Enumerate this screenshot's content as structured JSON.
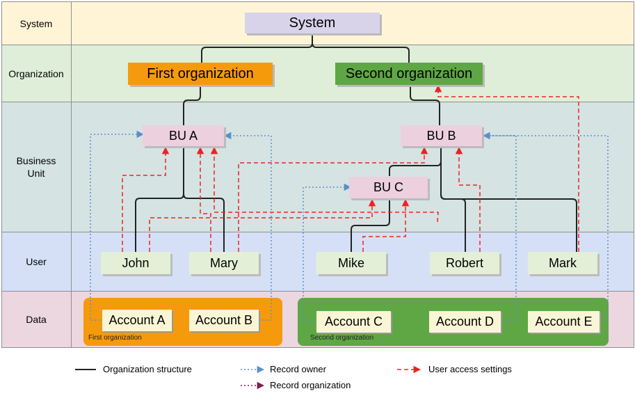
{
  "lanes": {
    "system": "System",
    "organization": "Organization",
    "business_unit": "Business\nUnit",
    "user": "User",
    "data": "Data"
  },
  "nodes": {
    "system": "System",
    "first_org": "First organization",
    "second_org": "Second organization",
    "bu_a": "BU A",
    "bu_b": "BU B",
    "bu_c": "BU C",
    "john": "John",
    "mary": "Mary",
    "mike": "Mike",
    "robert": "Robert",
    "mark": "Mark",
    "account_a": "Account A",
    "account_b": "Account B",
    "account_c": "Account C",
    "account_d": "Account D",
    "account_e": "Account E"
  },
  "groups": {
    "first": "First organization",
    "second": "Second organization"
  },
  "legend": {
    "org_structure": "Organization structure",
    "record_owner": "Record owner",
    "user_access": "User access settings",
    "record_org": "Record organization"
  },
  "colors": {
    "system_band": "#fff5d6",
    "org_band": "#dfeed9",
    "bu_band": "#d5e3e3",
    "user_band": "#d5e0f6",
    "data_band": "#ecd6e0",
    "first_org": "#f59a0c",
    "second_org": "#5fa745",
    "owner_line": "#5b8fc9",
    "access_line": "#ee2222",
    "record_org_line": "#7b1f4d"
  }
}
